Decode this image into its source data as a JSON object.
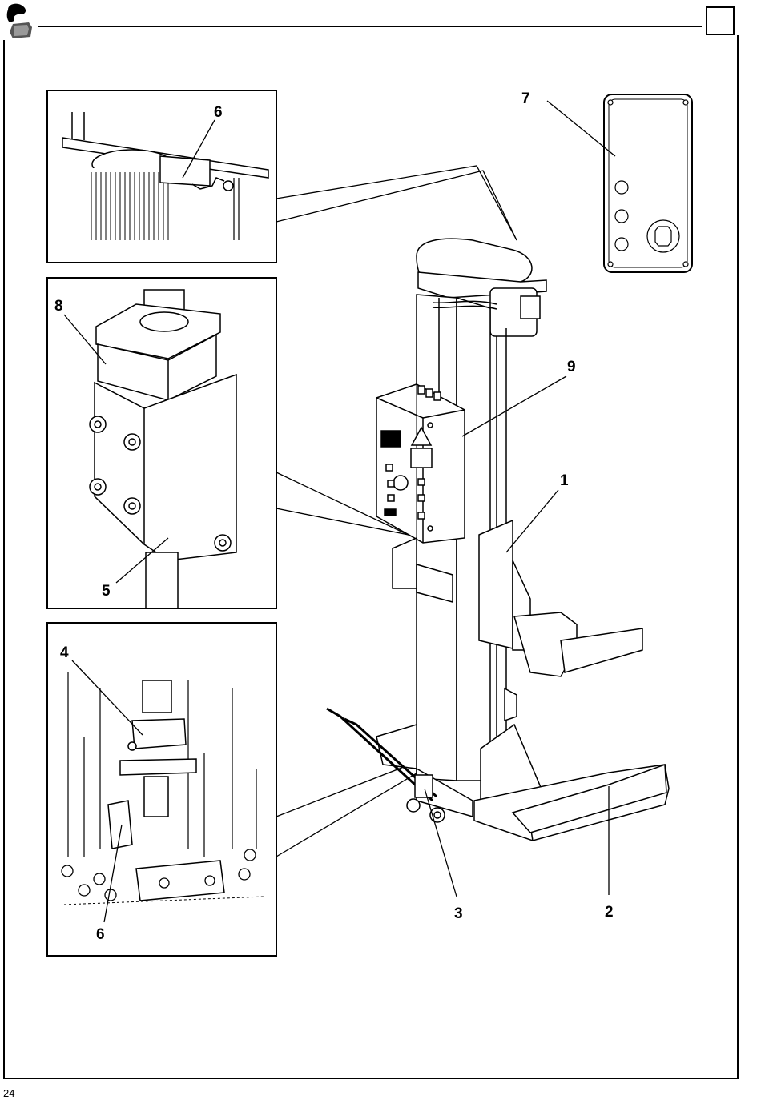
{
  "page": {
    "number": "24"
  },
  "header": {
    "logo_icon": "manufacturer-logo-icon",
    "box_label": ""
  },
  "callouts": {
    "c1": "1",
    "c2": "2",
    "c3": "3",
    "c4": "4",
    "c5": "5",
    "c6_top": "6",
    "c6_bottom": "6",
    "c7": "7",
    "c8": "8",
    "c9": "9"
  },
  "icons": {
    "main": "column-lift-illustration",
    "detail_top": "motor-sensor-detail-illustration",
    "detail_mid": "carriage-safety-detail-illustration",
    "detail_bottom": "base-wheel-detail-illustration",
    "remote": "remote-control-panel-illustration"
  }
}
